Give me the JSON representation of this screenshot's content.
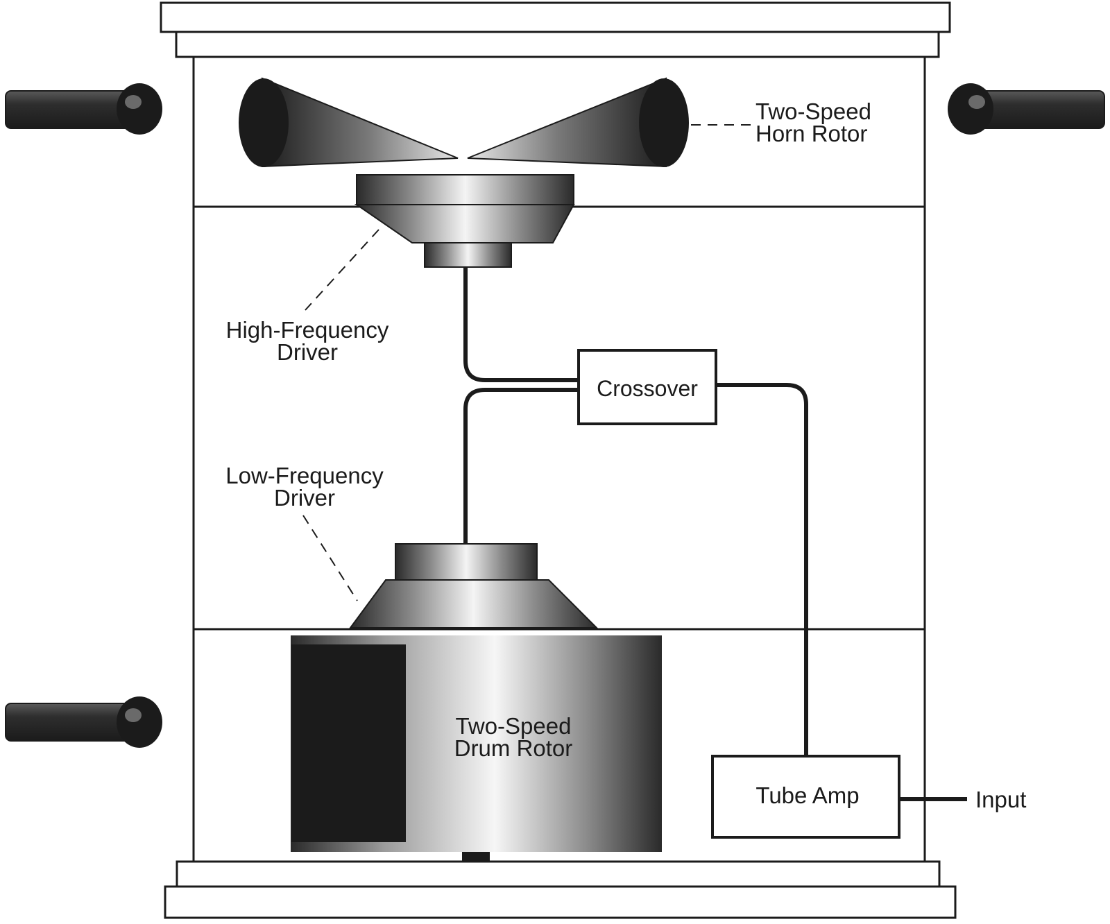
{
  "labels": {
    "horn_rotor_line1": "Two-Speed",
    "horn_rotor_line2": "Horn Rotor",
    "hf_driver_line1": "High-Frequency",
    "hf_driver_line2": "Driver",
    "crossover": "Crossover",
    "lf_driver_line1": "Low-Frequency",
    "lf_driver_line2": "Driver",
    "drum_rotor_line1": "Two-Speed",
    "drum_rotor_line2": "Drum Rotor",
    "tube_amp": "Tube Amp",
    "input": "Input"
  },
  "colors": {
    "ink": "#1b1b1b",
    "background": "#ffffff",
    "metal_dark": "#2a2a2a",
    "metal_light": "#f2f2f2"
  },
  "icons": {
    "handle": "cabinet-handle-icon",
    "horn": "horn-icon"
  }
}
